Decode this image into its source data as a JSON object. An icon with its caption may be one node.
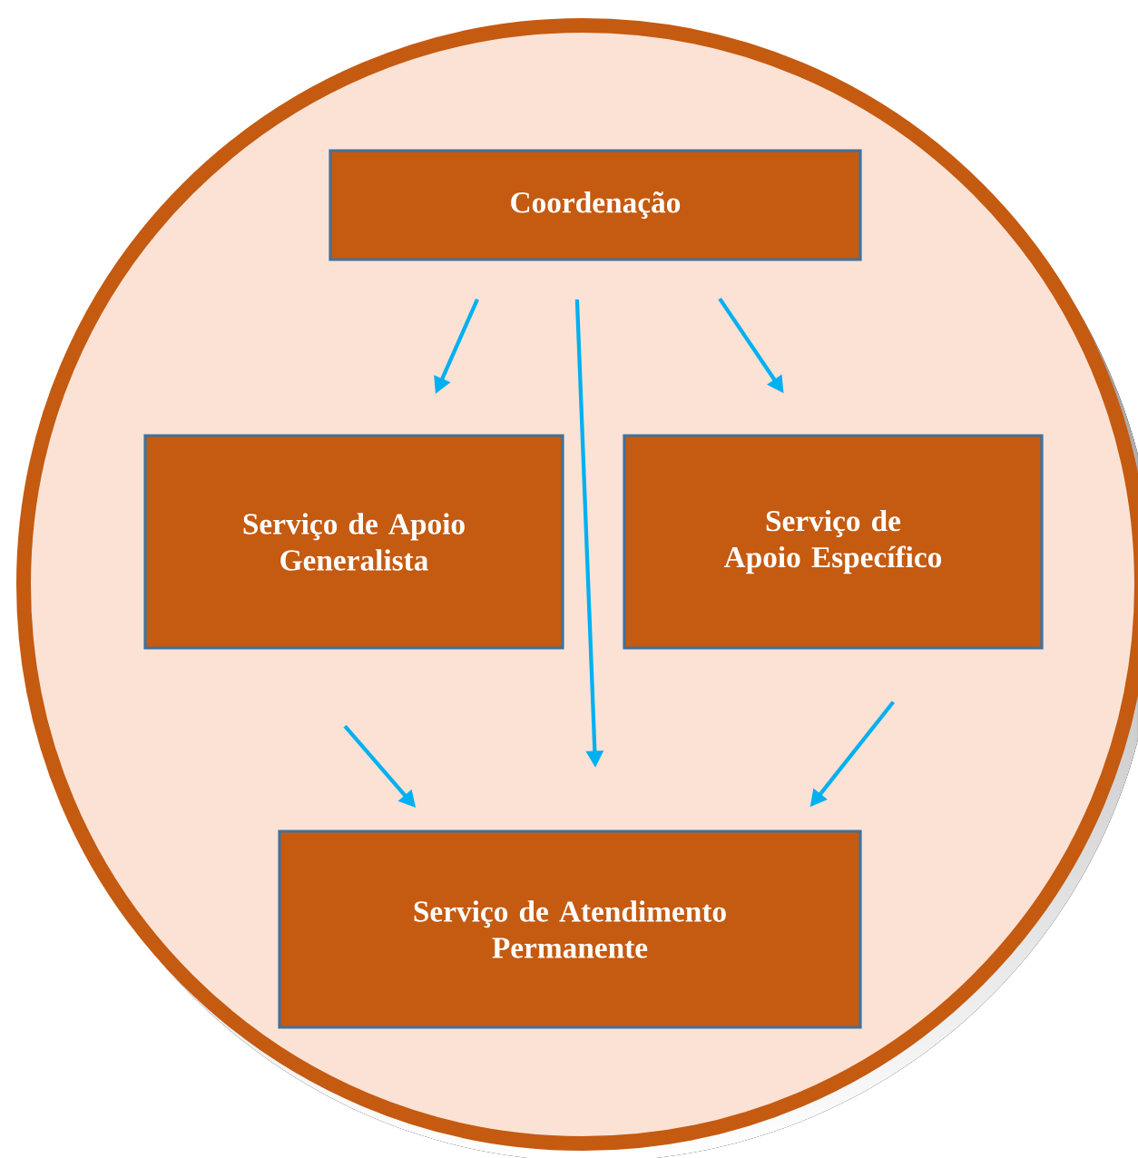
{
  "diagram": {
    "nodes": [
      {
        "text": [
          "Coordenação"
        ]
      },
      {
        "text": [
          "Serviço de Apoio Generalista"
        ]
      },
      {
        "text": [
          "Serviço de Apoio Específico"
        ]
      },
      {
        "text": [
          "Serviço de Atendimento Permanente"
        ]
      }
    ],
    "edges": [
      {
        "from": 0,
        "to": 1,
        "arrow": "to"
      },
      {
        "from": 0,
        "to": 2,
        "arrow": "to"
      },
      {
        "from": 0,
        "to": 3,
        "arrow": "to"
      },
      {
        "from": 1,
        "to": 3,
        "arrow": "to"
      },
      {
        "from": 2,
        "to": 3,
        "arrow": "to"
      }
    ]
  }
}
